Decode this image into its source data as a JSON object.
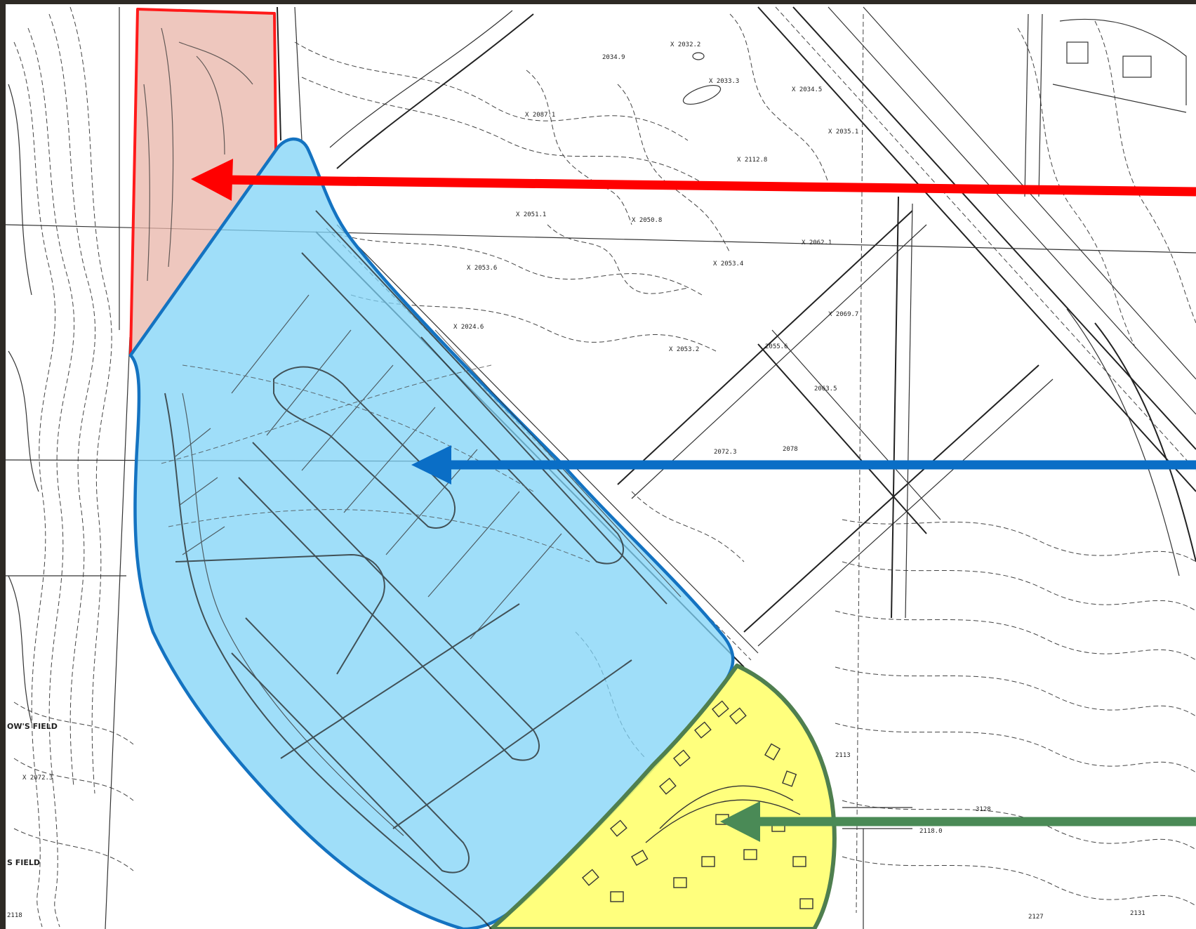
{
  "map": {
    "labels": {
      "l1": "X 2032.2",
      "l2": "2034.9",
      "l3": "X 2033.3",
      "l4": "X 2034.5",
      "l5": "X 2087.1",
      "l6": "X 2035.1",
      "l7": "X 2112.8",
      "l8": "X 2051.1",
      "l9": "X 2050.8",
      "l10": "X 2062.1",
      "l11": "X 2053.6",
      "l12": "X 2053.4",
      "l13": "X 2069.7",
      "l14": "2055.6",
      "l15": "X 2024.6",
      "l16": "X 2053.2",
      "l17": "2063.5",
      "l18": "2072.3",
      "l19": "2078",
      "field1": "OW'S FIELD",
      "field2": "S FIELD",
      "l20": "X 2072.3",
      "l21": "2118",
      "l22": "2127",
      "l23": "3128",
      "l24": "2131",
      "l25": "2113",
      "l26": "2118.0"
    }
  },
  "zones": [
    {
      "name": "red-zone",
      "fill": "#e8b4a8",
      "stroke": "#ff1a1a"
    },
    {
      "name": "blue-zone",
      "fill": "#7fd3f7",
      "stroke": "#1473c1"
    },
    {
      "name": "yellow-zone",
      "fill": "#ffff66",
      "stroke": "#4f7f4f"
    }
  ],
  "arrows": [
    {
      "name": "red-arrow",
      "color": "#ff0000"
    },
    {
      "name": "blue-arrow",
      "color": "#0a6ec6"
    },
    {
      "name": "green-arrow",
      "color": "#4a8a56"
    }
  ]
}
